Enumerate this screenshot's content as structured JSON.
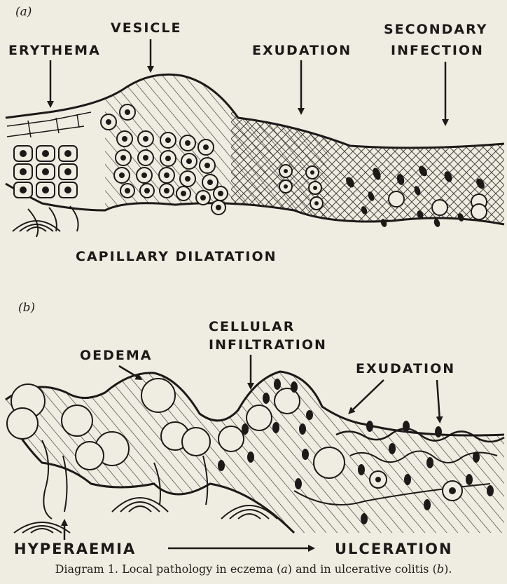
{
  "panel_a": {
    "tag": "(a)",
    "labels": {
      "erythema": "ERYTHEMA",
      "vesicle": "VESICLE",
      "exudation": "EXUDATION",
      "secondary_line1": "SECONDARY",
      "secondary_line2": "INFECTION",
      "capillary": "CAPILLARY DILATATION"
    }
  },
  "panel_b": {
    "tag": "(b)",
    "labels": {
      "oedema": "OEDEMA",
      "cellular_line1": "CELLULAR",
      "cellular_line2": "INFILTRATION",
      "exudation": "EXUDATION",
      "hyperaemia": "HYPERAEMIA",
      "ulceration": "ULCERATION"
    }
  },
  "caption": {
    "lead": "Diagram 1.  Local pathology in eczema (",
    "a": "a",
    "mid": ") and in ulcerative colitis (",
    "b": "b",
    "end": ")."
  }
}
